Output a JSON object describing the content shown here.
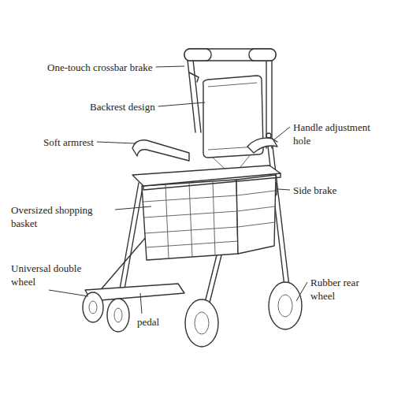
{
  "diagram": {
    "labels": [
      "One-touch crossbar brake",
      "Backrest design",
      "Soft armrest",
      "Handle adjustment hole",
      "Side brake",
      "Oversized shopping basket",
      "Universal double wheel",
      "pedal",
      "Rubber rear wheel"
    ]
  }
}
